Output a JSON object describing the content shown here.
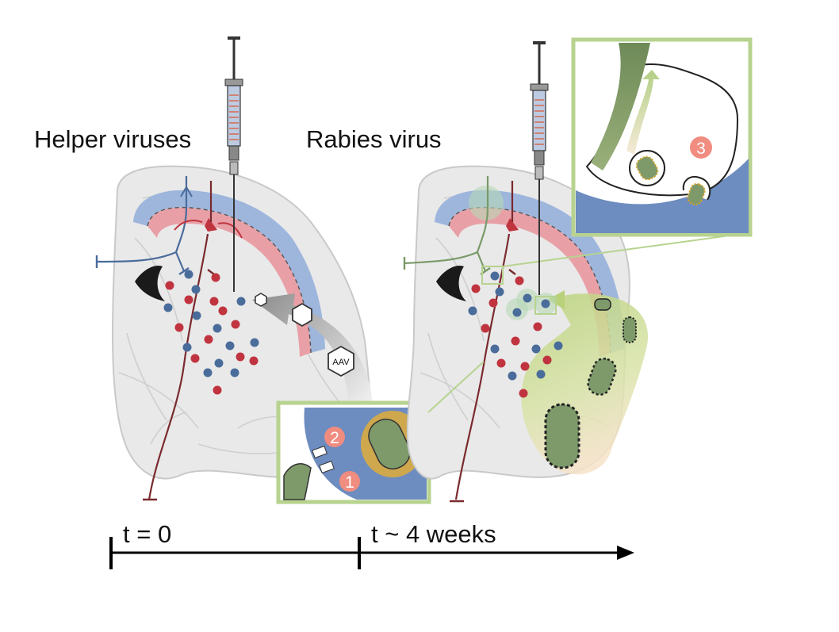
{
  "labels": {
    "helper_viruses": "Helper viruses",
    "rabies_virus": "Rabies virus",
    "aav": "AAV"
  },
  "timeline": {
    "t0": "t = 0",
    "t1": "t ~ 4 weeks"
  },
  "steps": [
    "1",
    "2",
    "3"
  ],
  "colors": {
    "blue_neuron": "#4a6c9b",
    "red_neuron": "#c0343f",
    "dark_red": "#7a2a2e",
    "green_inset_border": "#b7d38f",
    "blue_layer": "#9eb6dc",
    "pink_layer": "#e8a0a6",
    "virus_green": "#7e9a6b",
    "step_marker": "#f08c80",
    "brain_fill": "#e8e8e8"
  }
}
